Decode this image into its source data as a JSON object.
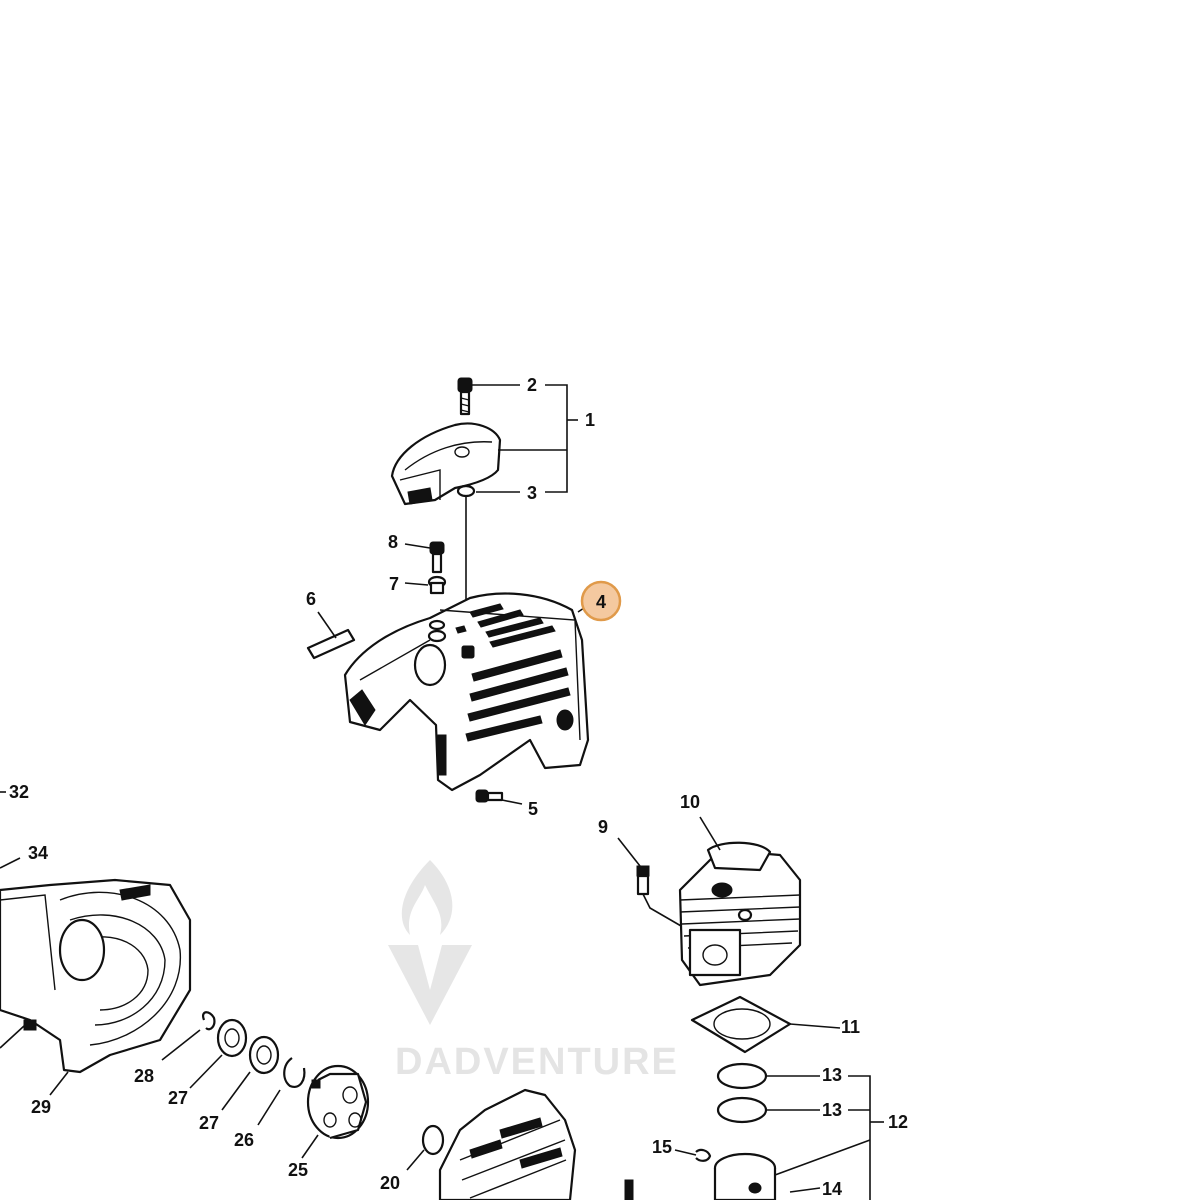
{
  "callouts": [
    "1",
    "2",
    "3",
    "4",
    "5",
    "6",
    "7",
    "8",
    "9",
    "10",
    "11",
    "12",
    "13",
    "13",
    "14",
    "15",
    "20",
    "25",
    "26",
    "27",
    "27",
    "28",
    "29",
    "32",
    "34"
  ],
  "highlight": {
    "label": "4",
    "color": "#e09a4a",
    "fill": "#f4c9a0"
  },
  "watermark": {
    "text": "DADVENTURE"
  }
}
